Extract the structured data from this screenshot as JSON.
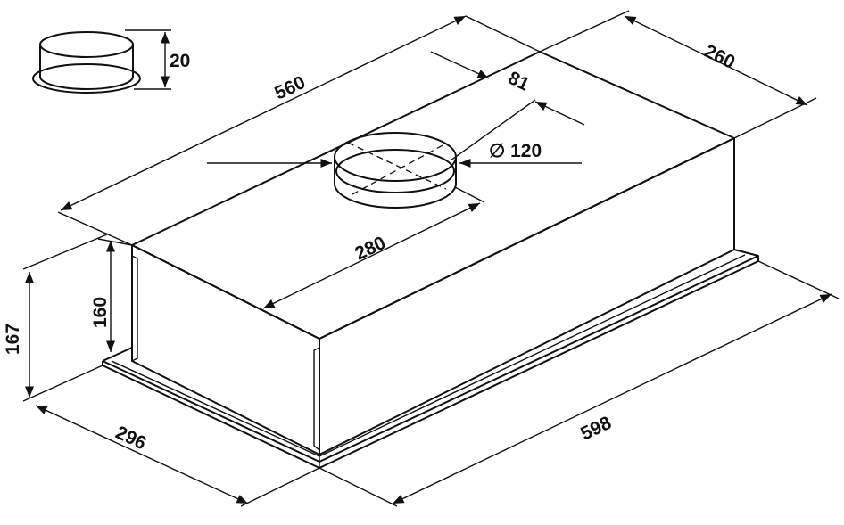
{
  "drawing": {
    "title": "Built-in cooker hood dimensions",
    "dimensions": {
      "collar_height": "20",
      "length_top": "560",
      "depth_top": "260",
      "duct_offset": "81",
      "duct_diameter": "∅ 120",
      "duct_position": "280",
      "body_height": "160",
      "total_height": "167",
      "total_depth": "296",
      "total_width": "598"
    },
    "line_color": "#111111",
    "background": "#ffffff"
  }
}
